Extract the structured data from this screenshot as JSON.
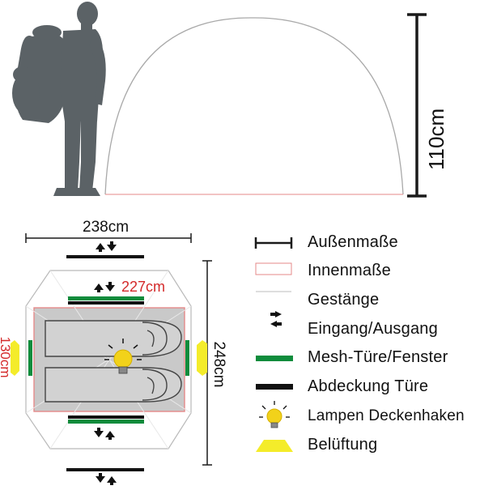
{
  "dimensions": {
    "height": "110cm",
    "outer_width": "238cm",
    "inner_width": "227cm",
    "inner_depth": "130cm",
    "outer_depth": "248cm"
  },
  "legend": {
    "items": [
      {
        "label": "Außenmaße",
        "icon": "dimension-line-icon"
      },
      {
        "label": "Innenmaße",
        "icon": "inner-rect-icon"
      },
      {
        "label": "Gestänge",
        "icon": "pole-line-icon"
      },
      {
        "label": "Eingang/Ausgang",
        "icon": "entrance-arrows-icon"
      },
      {
        "label": "Mesh-Türe/Fenster",
        "icon": "green-bar-icon"
      },
      {
        "label": "Abdeckung Türe",
        "icon": "black-bar-icon"
      },
      {
        "label": "Lampen Deckenhaken",
        "icon": "lamp-icon"
      },
      {
        "label": "Belüftung",
        "icon": "vent-icon"
      }
    ]
  },
  "colors": {
    "figure": "#5b6266",
    "dim_line": "#1a1a1a",
    "inner_outline": "#e58a8a",
    "pole": "#b9b9b9",
    "mesh": "#0e8c3c",
    "cover": "#111111",
    "lamp": "#f2d21a",
    "vent": "#f4ec2a",
    "red_text": "#d42a2a"
  }
}
